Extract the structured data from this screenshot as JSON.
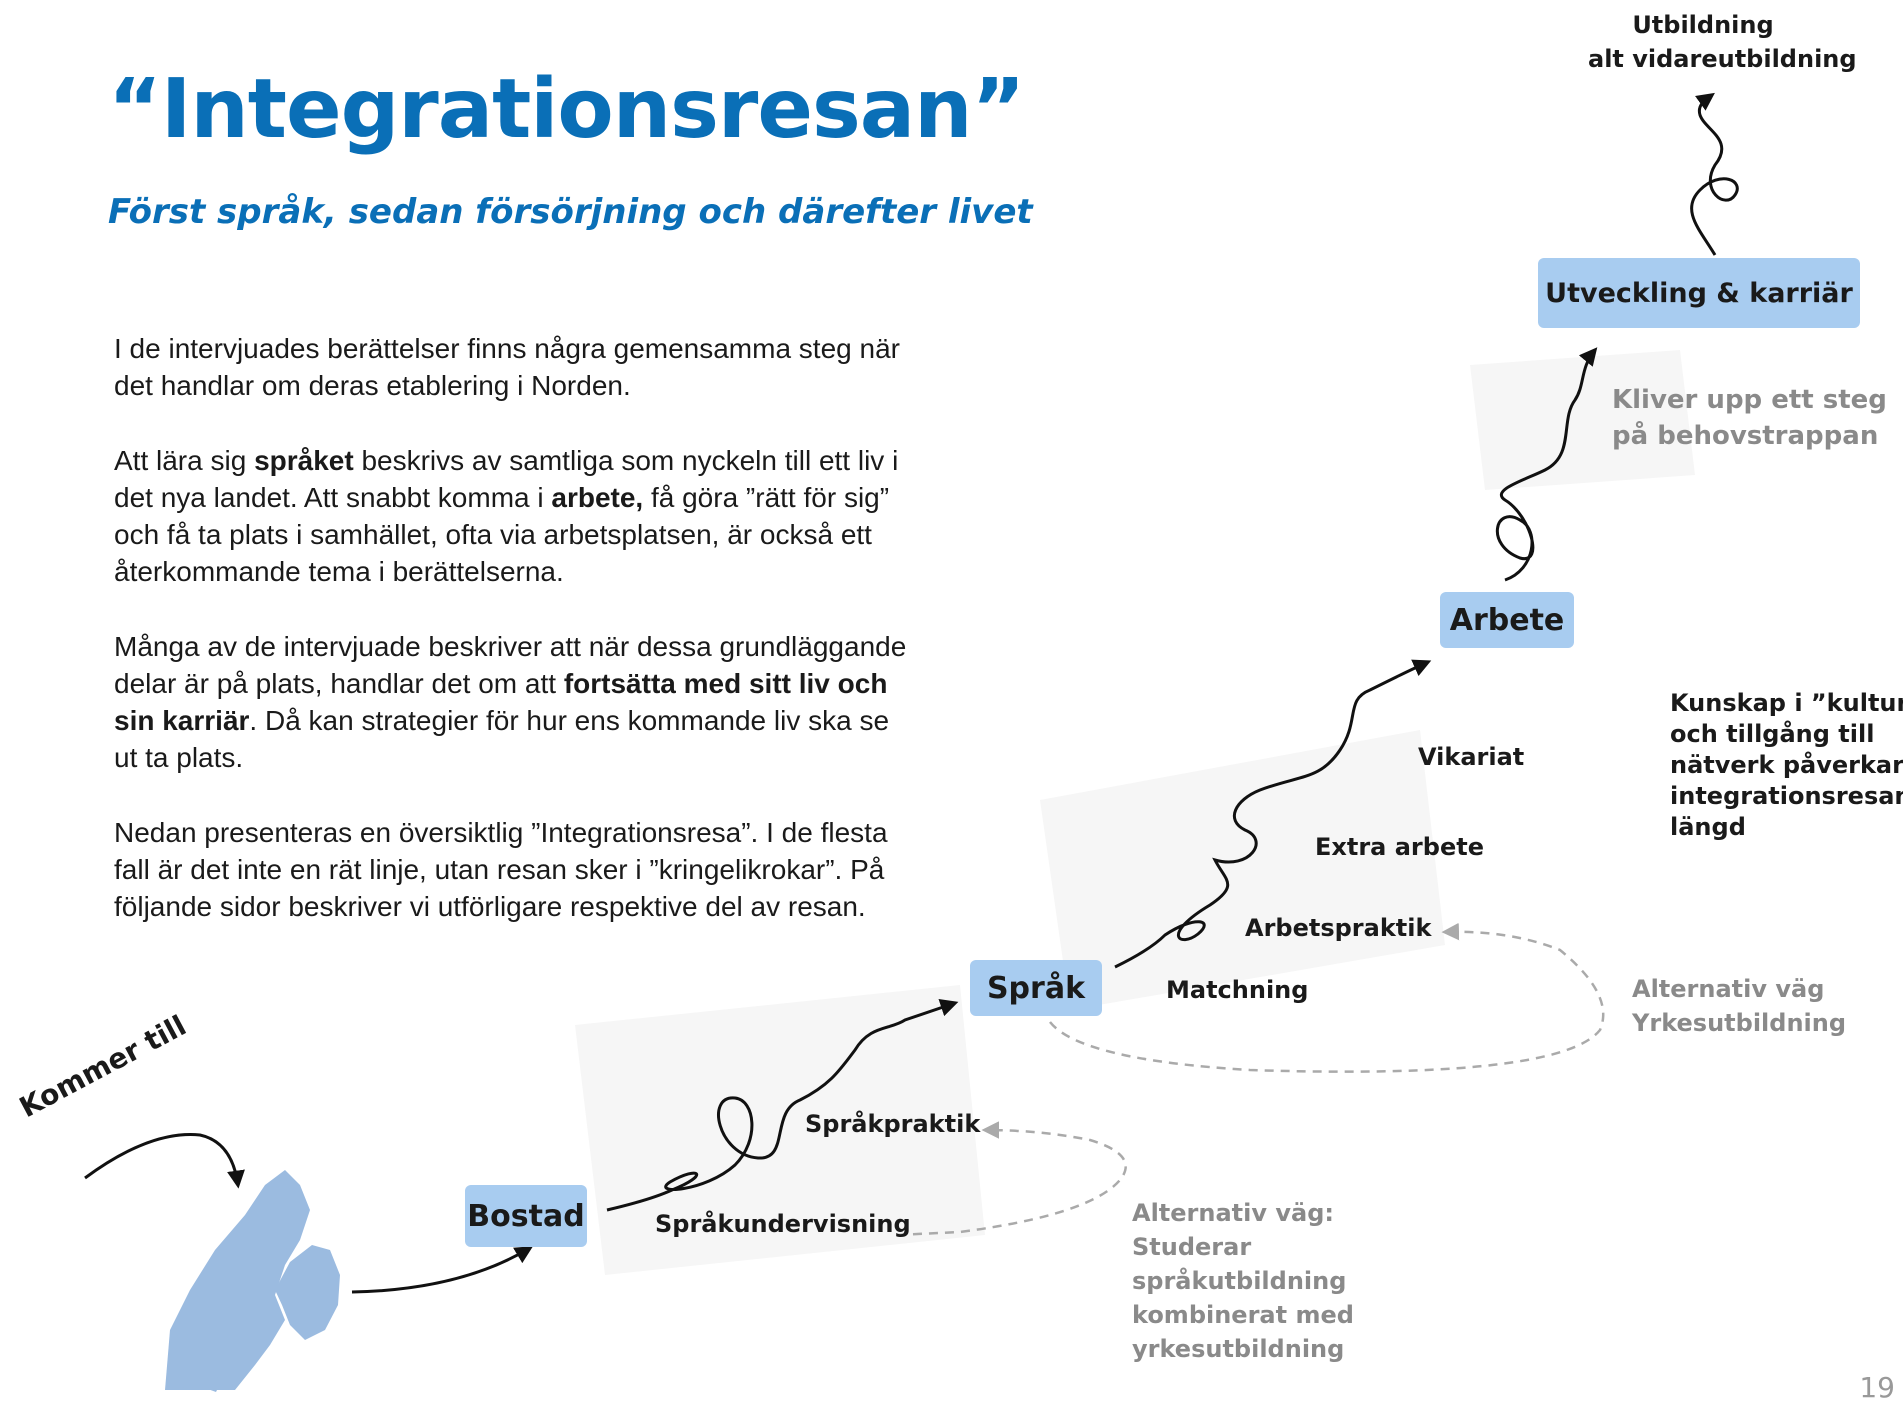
{
  "title": "“Integrationsresan”",
  "subtitle": "Först språk, sedan försörjning och därefter livet",
  "paragraphs": {
    "p1": "I de intervjuades berättelser finns några gemensamma steg när det handlar om deras etablering i Norden.",
    "p2_a": "Att lära sig ",
    "p2_b": "språket",
    "p2_c": " beskrivs av samtliga som nyckeln till ett liv i det nya landet. Att snabbt komma i ",
    "p2_d": "arbete,",
    "p2_e": " få göra ”rätt för sig” och få ta plats i samhället, ofta via arbetsplatsen, är också ett återkommande tema i berättelserna.",
    "p3_a": "Många av de intervjuade beskriver att när dessa grundläggande delar är på plats, handlar det om att ",
    "p3_b": "fortsätta med sitt liv och sin karriär",
    "p3_c": ". Då kan strategier för hur ens kommande liv ska se ut ta plats.",
    "p4": "Nedan presenteras en översiktlig ”Integrationsresa”. I de flesta fall är det inte en rät linje, utan resan sker i ”kringelikrokar”. På följande sidor beskriver vi utförligare respektive del av resan."
  },
  "boxes": {
    "bostad": "Bostad",
    "sprak": "Språk",
    "arbete": "Arbete",
    "utveckling": "Utveckling & karriär"
  },
  "labels": {
    "kommer_till": "Kommer till",
    "sprakundervisning": "Språkundervisning",
    "sprakpraktik": "Språkpraktik",
    "matchning": "Matchning",
    "arbetspraktik": "Arbetspraktik",
    "extra_arbete": "Extra arbete",
    "vikariat": "Vikariat",
    "utbildning_1": "Utbildning",
    "utbildning_2": "alt vidareutbildning",
    "kliver_1": "Kliver upp ett steg",
    "kliver_2": "på behovstrappan",
    "kunskap_1": "Kunskap i ”kultur”",
    "kunskap_2": "och tillgång till",
    "kunskap_3": "nätverk påverkar",
    "kunskap_4": "integrationsresans",
    "kunskap_5": "längd",
    "alt1_1": "Alternativ väg:",
    "alt1_2": "Studerar",
    "alt1_3": "språkutbildning",
    "alt1_4": "kombinerat med",
    "alt1_5": "yrkesutbildning",
    "alt2_1": "Alternativ väg",
    "alt2_2": "Yrkesutbildning"
  },
  "page_number": "19",
  "colors": {
    "accent_blue": "#0a6fb7",
    "box_fill": "#a8ccf0",
    "map_fill": "#9bbbe0",
    "gray_text": "#8a8a8a"
  }
}
